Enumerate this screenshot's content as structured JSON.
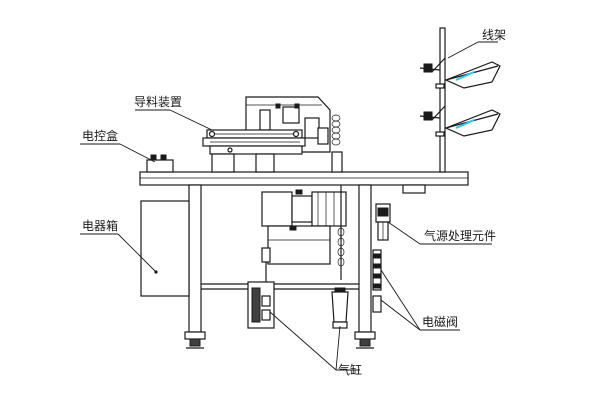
{
  "labels": {
    "thread_rack": "线架",
    "guide_device": "导料装置",
    "control_box": "电控盒",
    "electrical_box": "电器箱",
    "air_source_unit": "气源处理元件",
    "solenoid_valve": "电磁阀",
    "air_cylinder": "气缸"
  },
  "colors": {
    "line": "#1a1a1a",
    "accent": "#27c6e8",
    "background": "#ffffff"
  }
}
